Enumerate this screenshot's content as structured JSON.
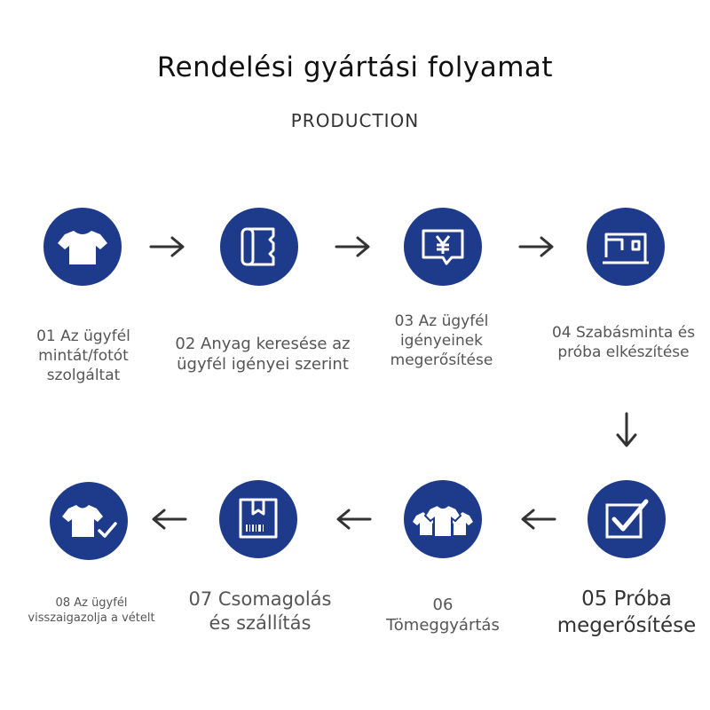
{
  "title": "Rendelési gyártási folyamat",
  "subtitle": "PRODUCTION",
  "steps": [
    {
      "label": "01 Az ügyfél mintát/fotót szolgáltat",
      "icon": "tshirt-icon"
    },
    {
      "label": "02 Anyag keresése az ügyfél igényei szerint",
      "icon": "fabric-roll-icon"
    },
    {
      "label": "03 Az ügyfél igényeinek megerősítése",
      "icon": "yen-message-icon"
    },
    {
      "label": "04 Szabásminta és próba elkészítése",
      "icon": "sewing-machine-icon"
    },
    {
      "label": "05 Próba megerősítése",
      "icon": "checkbox-icon"
    },
    {
      "label": "06 Tömeggyártás",
      "icon": "multiple-shirts-icon"
    },
    {
      "label": "07 Csomagolás és szállítás",
      "icon": "package-box-icon"
    },
    {
      "label": "08 Az ügyfél visszaigazolja a vételt",
      "icon": "tshirt-check-icon"
    }
  ],
  "colors": {
    "circle": "#1e3a8a",
    "icon": "#ffffff",
    "arrow": "#333333"
  }
}
